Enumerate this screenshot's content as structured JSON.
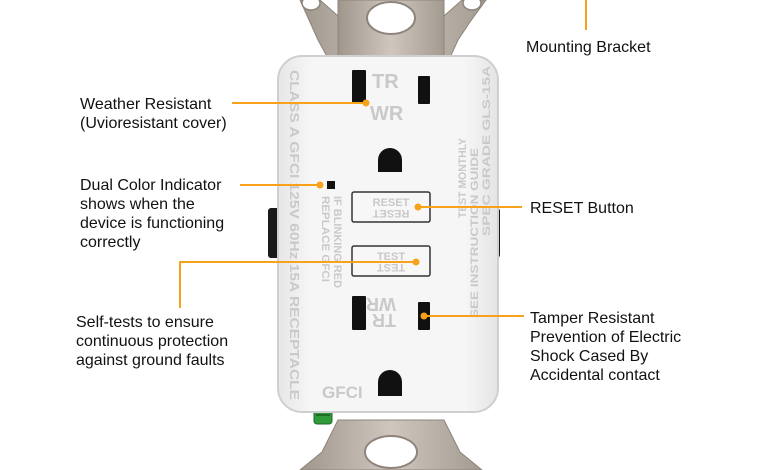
{
  "colors": {
    "accent": "#f7a21b",
    "outlet_body": "#f2f2f2",
    "bracket": "#b9b0a6",
    "background": "#ffffff"
  },
  "callouts": {
    "mounting_bracket": {
      "lines": [
        "Mounting Bracket"
      ]
    },
    "weather_resistant": {
      "lines": [
        "Weather Resistant",
        "(Uvioresistant cover)"
      ]
    },
    "dual_color_indicator": {
      "lines": [
        "Dual Color Indicator",
        "shows when the",
        "device is functioning",
        "correctly"
      ]
    },
    "self_tests": {
      "lines": [
        "Self-tests to ensure",
        "continuous protection",
        "against ground faults"
      ]
    },
    "reset_button": {
      "lines": [
        "RESET Button"
      ]
    },
    "tamper_resistant": {
      "lines": [
        "Tamper Resistant",
        "Prevention of Electric",
        "Shock Cased By",
        "Accidental contact"
      ]
    }
  },
  "device": {
    "top_mark": "TR",
    "top_mark_2": "WR",
    "bottom_mark": "TR",
    "bottom_mark_2": "WR",
    "reset_button_text": "RESET",
    "test_button_text": "TEST",
    "left_side_text": "CLASS A GFCI 125V 60Hz 15A RECEPTACLE",
    "middle_text_1": "IF BLINKING RED",
    "middle_text_2": "REPLACE GFCI",
    "right_text_1": "TEST MONTHLY",
    "right_text_2": "SEE INSTRUCTION GUIDE",
    "right_text_3": "SPEC GRADE GLS-15A",
    "bottom_logo": "GFCI"
  }
}
